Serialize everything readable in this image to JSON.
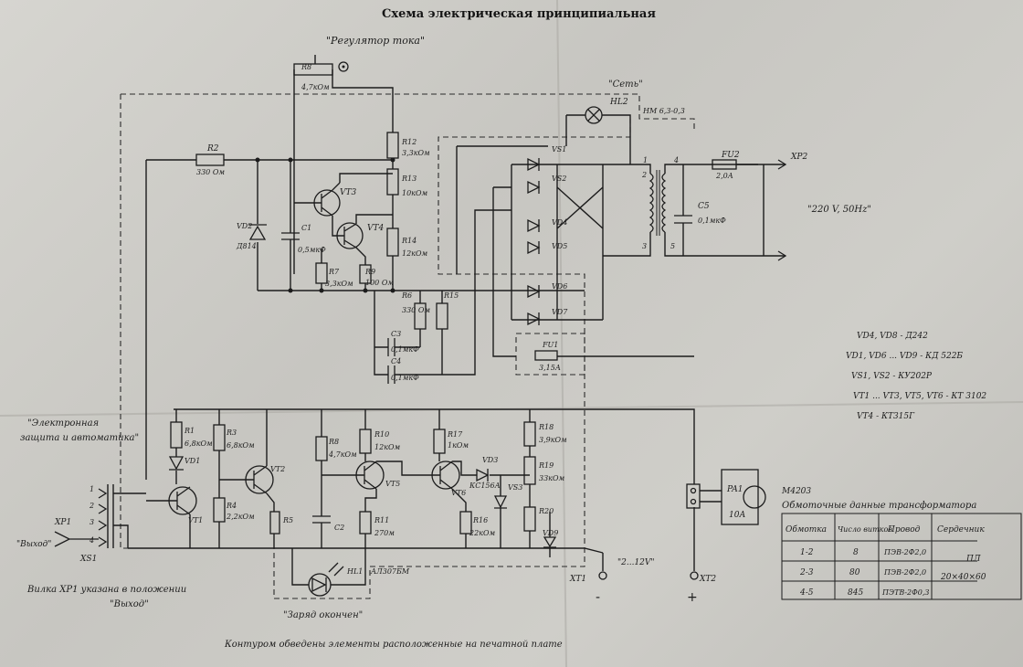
{
  "title": "Схема электрическая принципиальная",
  "labels": {
    "current_regulator": "\"Регулятор тока\"",
    "mains": "\"Сеть\"",
    "r8": "R8",
    "r8_val": "4,7кОм",
    "hl2": "HL2",
    "hl2_type": "НМ 6,3-0,3",
    "r2": "R2",
    "r2_val": "330 Ом",
    "r12": "R12",
    "r12_val": "3,3кОм",
    "r13": "R13",
    "r13_val": "10кОм",
    "r14": "R14",
    "r14_val": "12кОм",
    "vt3": "VT3",
    "vt4": "VT4",
    "vd2": "VD2",
    "vd2_type": "Д814",
    "c1": "C1",
    "c1_val": "0,5мкФ",
    "r7": "R7",
    "r7_val": "3,3кОм",
    "r9": "R9",
    "r9_val": "100 Ом",
    "r6": "R6",
    "r6_val": "330 Ом",
    "r15": "R15",
    "c3": "C3",
    "c3_val": "0,1мкФ",
    "c4": "C4",
    "c4_val": "0,1мкФ",
    "vs1": "VS1",
    "vs2": "VS2",
    "vd4": "VD4",
    "vd5": "VD5",
    "vd6": "VD6",
    "vd7": "VD7",
    "fu1": "FU1",
    "fu1_val": "3,15А",
    "fu2": "FU2",
    "fu2_val": "2,0А",
    "tv1_1": "1",
    "tv1_2": "2",
    "tv1_3": "3",
    "tv1_4": "4",
    "tv1_5": "5",
    "c5": "C5",
    "c5_val": "0,1мкФ",
    "xp2": "XP2",
    "mains_voltage": "\"220 V, 50Hz\"",
    "protection_1": "\"Электронная",
    "protection_2": "защита и автоматика\"",
    "r1": "R1",
    "r1_val": "6,8кОм",
    "r3": "R3",
    "r3_val": "6,8кОм",
    "vt2": "VT2",
    "vd1": "VD1",
    "vt1": "VT1",
    "r4": "R4",
    "r4_val": "2,2кОм",
    "r5": "R5",
    "r8b": "R8",
    "r8b_val": "4,7кОм",
    "r10": "R10",
    "r10_val": "12кОм",
    "r17": "R17",
    "r17_val": "1кОм",
    "r18": "R18",
    "r18_val": "3,9кОм",
    "vd3": "VD3",
    "vd3_type": "КС156А",
    "r19": "R19",
    "r19_val": "33кОм",
    "vs3": "VS3",
    "r20": "R20",
    "vt5": "VT5",
    "vt6": "VT6",
    "c2": "C2",
    "r11": "R11",
    "r11_val": "270м",
    "r16": "R16",
    "r16_val": "22кОм",
    "vd9": "VD9",
    "xp1": "XP1",
    "xs1": "XS1",
    "output_q": "\"Выход\"",
    "pin1": "1",
    "pin2": "2",
    "pin3": "3",
    "pin4": "4",
    "hl1": "HL1",
    "hl1_type": "АЛ307БМ",
    "charge_done": "\"Заряд окончен\"",
    "plug_note_1": "Вилка XP1 указана в положении",
    "plug_note_2": "\"Выход\"",
    "xt1": "XT1",
    "xt2": "XT2",
    "out_voltage": "\"2...12V\"",
    "minus": "-",
    "plus": "+",
    "pa1": "PA1",
    "pa1_val": "10А",
    "pa1_type": "М4203",
    "contour_note": "Контуром обведены элементы расположенные на печатной плате",
    "legend": [
      "VD4, VD8 - Д242",
      "VD1, VD6 ... VD9 - КД 522Б",
      "VS1, VS2 - КУ202Р",
      "VT1 ... VT3, VT5, VT6 - КТ 3102",
      "VT4 - КТ315Г"
    ]
  },
  "winding_table": {
    "caption": "Обмоточные данные трансформатора",
    "headers": [
      "Обмотка",
      "Число витков",
      "Провод",
      "Сердечник"
    ],
    "rows": [
      [
        "1-2",
        "8",
        "ПЭВ-2Ф2,0"
      ],
      [
        "2-3",
        "80",
        "ПЭВ-2Ф2,0"
      ],
      [
        "4-5",
        "845",
        "ПЭТВ-2Ф0,3"
      ]
    ],
    "core": [
      "ПЛ",
      "20×40×60"
    ]
  }
}
